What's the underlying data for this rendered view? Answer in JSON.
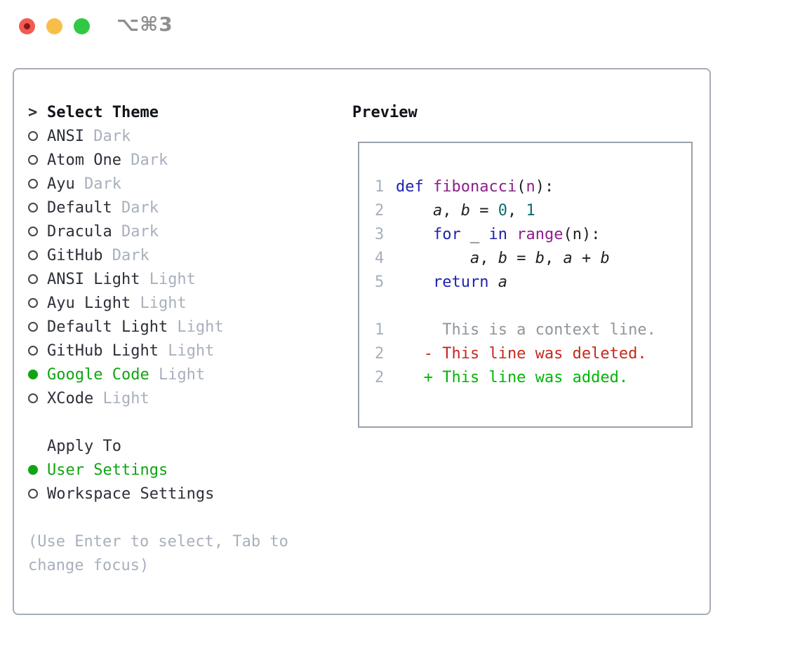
{
  "titlebar": {
    "shortcut": "⌥⌘3",
    "buttons": [
      {
        "name": "close-button",
        "color_key": "tl_red"
      },
      {
        "name": "minimize-button",
        "color_key": "tl_yellow"
      },
      {
        "name": "zoom-button",
        "color_key": "tl_green"
      }
    ]
  },
  "theme_panel": {
    "title_marker": ">",
    "title": "Select Theme",
    "items": [
      {
        "label": "ANSI",
        "variant": "Dark",
        "selected": false
      },
      {
        "label": "Atom One",
        "variant": "Dark",
        "selected": false
      },
      {
        "label": "Ayu",
        "variant": "Dark",
        "selected": false
      },
      {
        "label": "Default",
        "variant": "Dark",
        "selected": false
      },
      {
        "label": "Dracula",
        "variant": "Dark",
        "selected": false
      },
      {
        "label": "GitHub",
        "variant": "Dark",
        "selected": false
      },
      {
        "label": "ANSI Light",
        "variant": "Light",
        "selected": false
      },
      {
        "label": "Ayu Light",
        "variant": "Light",
        "selected": false
      },
      {
        "label": "Default Light",
        "variant": "Light",
        "selected": false
      },
      {
        "label": "GitHub Light",
        "variant": "Light",
        "selected": false
      },
      {
        "label": "Google Code",
        "variant": "Light",
        "selected": true
      },
      {
        "label": "XCode",
        "variant": "Light",
        "selected": false
      }
    ],
    "apply_to": {
      "title": "Apply To",
      "options": [
        {
          "label": "User Settings",
          "selected": true
        },
        {
          "label": "Workspace Settings",
          "selected": false
        }
      ]
    },
    "hint_lines": [
      "(Use Enter to select, Tab to",
      "change focus)"
    ]
  },
  "preview": {
    "title": "Preview",
    "code_lines": [
      {
        "num": "1",
        "tokens": [
          {
            "text": "def",
            "style": "kw"
          },
          {
            "text": " "
          },
          {
            "text": "fibonacci",
            "style": "fn"
          },
          {
            "text": "("
          },
          {
            "text": "n",
            "style": "fn"
          },
          {
            "text": "):"
          }
        ]
      },
      {
        "num": "2",
        "tokens": [
          {
            "text": "    "
          },
          {
            "text": "a",
            "style": "var"
          },
          {
            "text": ", "
          },
          {
            "text": "b",
            "style": "var"
          },
          {
            "text": " = "
          },
          {
            "text": "0",
            "style": "lit"
          },
          {
            "text": ", "
          },
          {
            "text": "1",
            "style": "lit"
          }
        ]
      },
      {
        "num": "3",
        "tokens": [
          {
            "text": "    "
          },
          {
            "text": "for",
            "style": "kw"
          },
          {
            "text": " _ "
          },
          {
            "text": "in",
            "style": "kw"
          },
          {
            "text": " "
          },
          {
            "text": "range",
            "style": "fn"
          },
          {
            "text": "(n):"
          }
        ]
      },
      {
        "num": "4",
        "tokens": [
          {
            "text": "        "
          },
          {
            "text": "a",
            "style": "var"
          },
          {
            "text": ", "
          },
          {
            "text": "b",
            "style": "var"
          },
          {
            "text": " = "
          },
          {
            "text": "b",
            "style": "var"
          },
          {
            "text": ", "
          },
          {
            "text": "a",
            "style": "var"
          },
          {
            "text": " + "
          },
          {
            "text": "b",
            "style": "var"
          }
        ]
      },
      {
        "num": "5",
        "tokens": [
          {
            "text": "    "
          },
          {
            "text": "return",
            "style": "kw"
          },
          {
            "text": " "
          },
          {
            "text": "a",
            "style": "var"
          }
        ]
      },
      {
        "num": "",
        "tokens": []
      },
      {
        "num": "1",
        "tokens": [
          {
            "text": "     This is a context line.",
            "style": "ctx"
          }
        ]
      },
      {
        "num": "2",
        "tokens": [
          {
            "text": "   - This line was deleted.",
            "style": "del"
          }
        ]
      },
      {
        "num": "2",
        "tokens": [
          {
            "text": "   + This line was added.",
            "style": "add"
          }
        ]
      }
    ]
  },
  "colors": {
    "accent_green": "#0fa512",
    "text_dark": "#2c3038",
    "text_muted": "#a8b0bd",
    "radio_ring": "#42474e",
    "panel_border": "#a5adb8",
    "box_border": "#9aa2ad",
    "shortcut_gray": "#8f8f8f",
    "ln_gray": "#a6afbd",
    "code_plain": "#1d1f21",
    "kw_blue": "#2022ae",
    "fn_purple": "#8c1f8c",
    "lit_teal": "#0d6c6c",
    "ctx_gray": "#8f969b",
    "del_red": "#c6291c",
    "add_green": "#00b505",
    "tl_red": "#f25a52",
    "tl_red_dot": "#8c1710",
    "tl_yellow": "#f7bf4a",
    "tl_green": "#2fc944"
  }
}
